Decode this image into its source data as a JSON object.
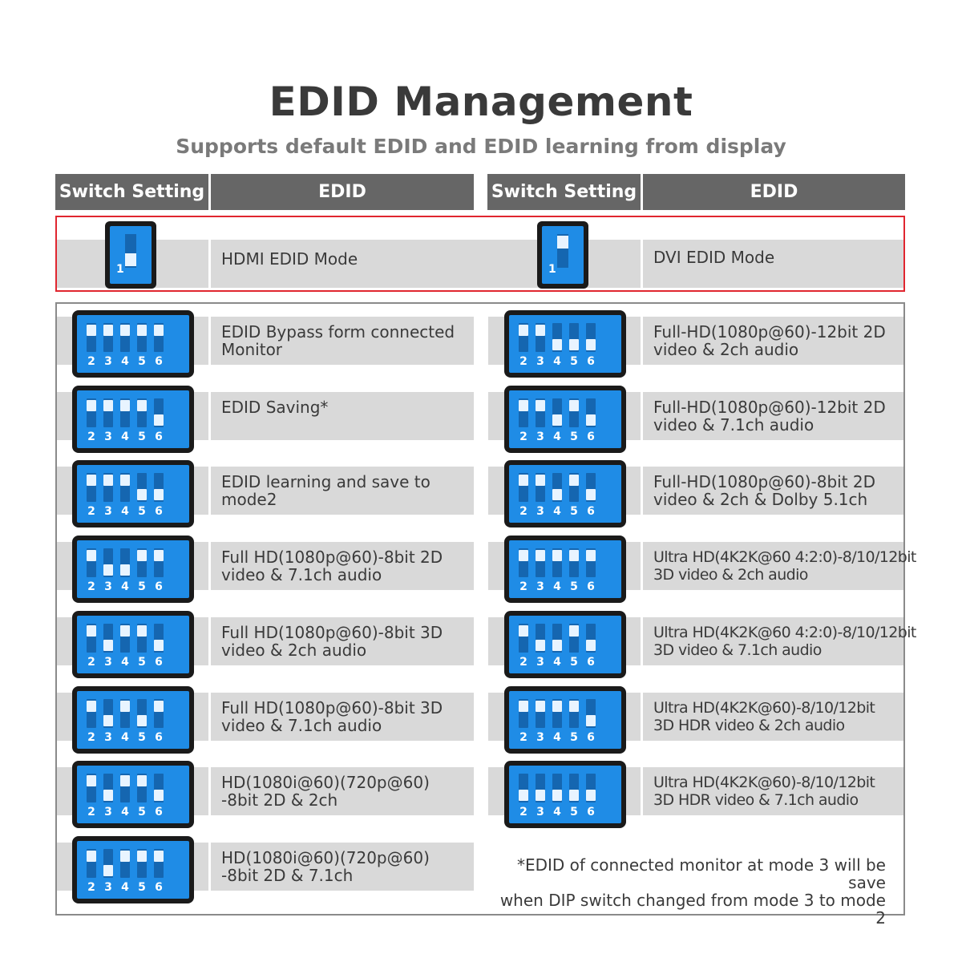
{
  "title": "EDID Management",
  "subtitle": "Supports default EDID and EDID learning from display",
  "headers": {
    "left_switch": "Switch Setting",
    "left_edid": "EDID",
    "right_switch": "Switch Setting",
    "right_edid": "EDID"
  },
  "modes": {
    "left": {
      "label": "HDMI EDID Mode",
      "switch_number": "1",
      "switch_up": false
    },
    "right": {
      "label": "DVI EDID Mode",
      "switch_number": "1",
      "switch_up": true
    }
  },
  "switch_numbers": [
    "2",
    "3",
    "4",
    "5",
    "6"
  ],
  "left_rows": [
    {
      "label": "EDID Bypass form connected\nMonitor",
      "switch_up": [
        true,
        true,
        true,
        true,
        true
      ]
    },
    {
      "label": "EDID Saving*",
      "switch_up": [
        true,
        true,
        true,
        true,
        false
      ]
    },
    {
      "label": "EDID learning and save to\nmode2",
      "switch_up": [
        true,
        true,
        true,
        false,
        false
      ]
    },
    {
      "label": "Full HD(1080p@60)-8bit 2D\nvideo & 7.1ch audio",
      "switch_up": [
        true,
        false,
        false,
        true,
        true
      ]
    },
    {
      "label": "Full HD(1080p@60)-8bit 3D\nvideo & 2ch audio",
      "switch_up": [
        true,
        false,
        true,
        true,
        false
      ]
    },
    {
      "label": "Full HD(1080p@60)-8bit 3D\nvideo & 7.1ch audio",
      "switch_up": [
        true,
        false,
        true,
        false,
        true
      ]
    },
    {
      "label": "HD(1080i@60)(720p@60)\n-8bit 2D & 2ch",
      "switch_up": [
        true,
        false,
        true,
        true,
        false
      ]
    },
    {
      "label": "HD(1080i@60)(720p@60)\n-8bit 2D & 7.1ch",
      "switch_up": [
        true,
        false,
        true,
        true,
        true
      ]
    }
  ],
  "right_rows": [
    {
      "label": "Full-HD(1080p@60)-12bit 2D\nvideo & 2ch audio",
      "switch_up": [
        true,
        true,
        false,
        false,
        false
      ]
    },
    {
      "label": "Full-HD(1080p@60)-12bit 2D\nvideo & 7.1ch audio",
      "switch_up": [
        true,
        true,
        false,
        true,
        false
      ]
    },
    {
      "label": "Full-HD(1080p@60)-8bit 2D\nvideo & 2ch & Dolby 5.1ch",
      "switch_up": [
        true,
        true,
        false,
        true,
        false
      ]
    },
    {
      "label": "Ultra HD(4K2K@60 4:2:0)-8/10/12bit\n3D video & 2ch audio",
      "switch_up": [
        true,
        true,
        true,
        true,
        true
      ]
    },
    {
      "label": "Ultra HD(4K2K@60 4:2:0)-8/10/12bit\n3D video & 7.1ch audio",
      "switch_up": [
        true,
        false,
        false,
        true,
        false
      ]
    },
    {
      "label": "Ultra HD(4K2K@60)-8/10/12bit\n3D HDR video & 2ch audio",
      "switch_up": [
        true,
        true,
        true,
        true,
        false
      ]
    },
    {
      "label": "Ultra HD(4K2K@60)-8/10/12bit\n3D HDR video & 7.1ch audio",
      "switch_up": [
        false,
        false,
        false,
        false,
        false
      ]
    }
  ],
  "footnote": "*EDID of connected monitor at mode 3 will be save\nwhen DIP switch changed from mode 3 to mode 2"
}
